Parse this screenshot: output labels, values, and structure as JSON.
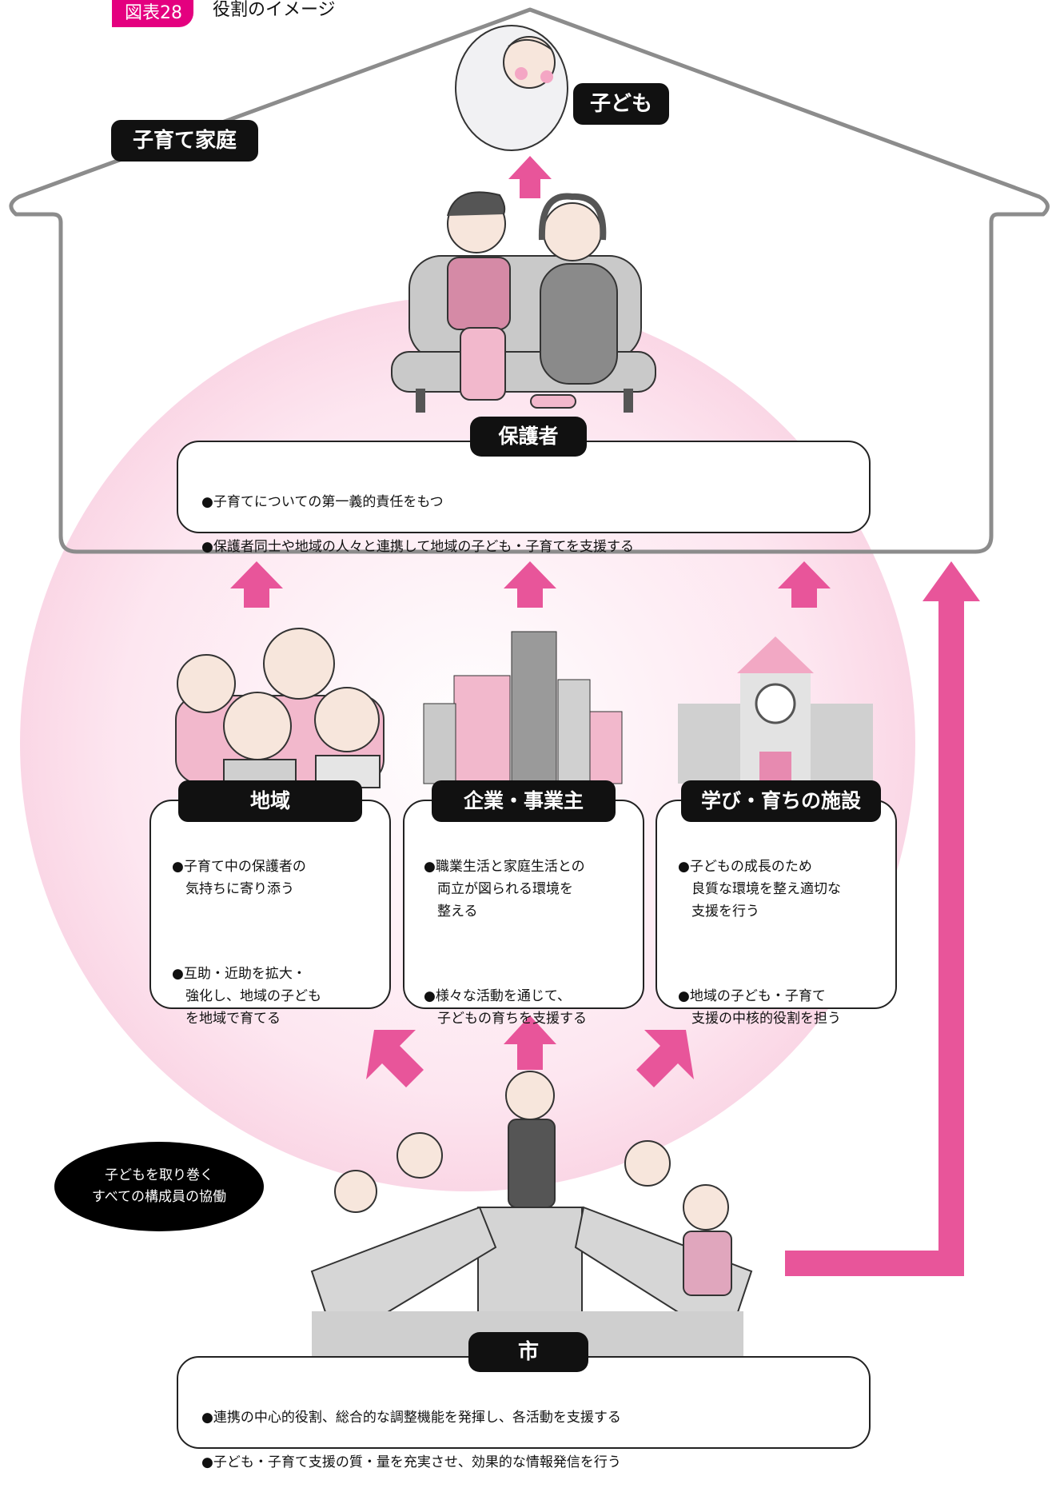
{
  "figure": {
    "tag": "図表28",
    "title": "役割のイメージ"
  },
  "house": {
    "label": "子育て家庭"
  },
  "child": {
    "label": "子ども"
  },
  "guardian": {
    "label": "保護者",
    "bullets": [
      "●子育てについての第一義的責任をもつ",
      "●保護者同士や地域の人々と連携して地域の子ども・子育てを支援する"
    ]
  },
  "community": {
    "label": "地域",
    "bullets": [
      "●子育て中の保護者の\n　気持ちに寄り添う",
      "●互助・近助を拡大・\n　強化し、地域の子ども\n　を地域で育てる"
    ]
  },
  "business": {
    "label": "企業・事業主",
    "bullets": [
      "●職業生活と家庭生活との\n　両立が図られる環境を\n　整える",
      "●様々な活動を通じて、\n　子どもの育ちを支援する"
    ]
  },
  "facility": {
    "label": "学び・育ちの施設",
    "bullets": [
      "●子どもの成長のため\n　良質な環境を整え適切な\n　支援を行う",
      "●地域の子ども・子育て\n　支援の中核的役割を担う"
    ]
  },
  "collaboration": {
    "label": "子どもを取り巻く\nすべての構成員の協働"
  },
  "city": {
    "label": "市",
    "bullets": [
      "●連携の中心的役割、総合的な調整機能を発揮し、各活動を支援する",
      "●子ども・子育て支援の質・量を充実させ、効果的な情報発信を行う"
    ]
  },
  "colors": {
    "accent": "#e4007f",
    "arrow": "#e8559a",
    "dark": "#111111",
    "gray": "#c8c8c8"
  }
}
